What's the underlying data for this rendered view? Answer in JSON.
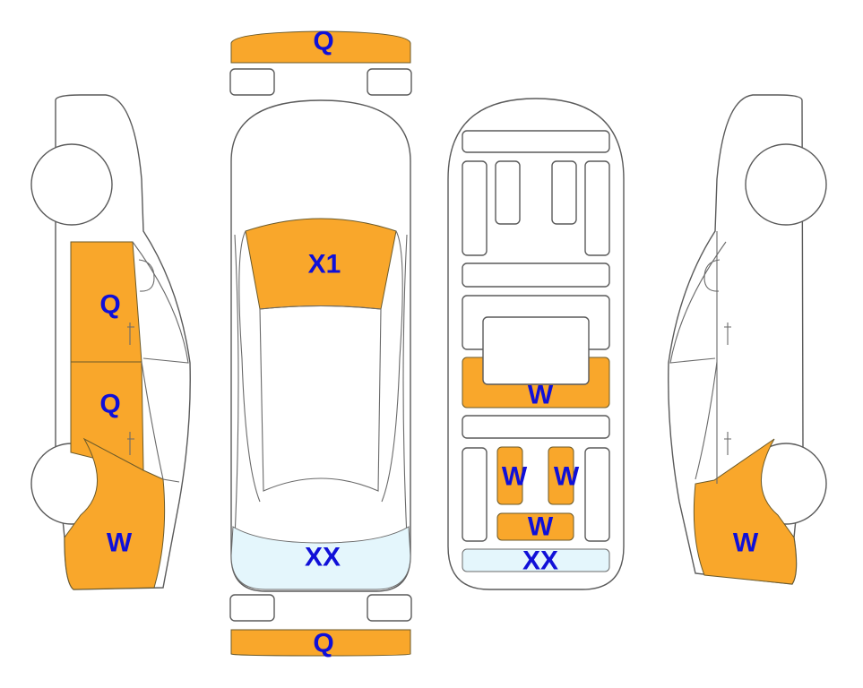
{
  "colors": {
    "damaged_panel": "#F9A72B",
    "glass_panel": "#E4F6FC",
    "label_text": "#1010D8",
    "outline": "#5a5a5a"
  },
  "legend_codes": {
    "Q": "Q",
    "W": "W",
    "X1": "X1",
    "XX": "XX"
  },
  "views": {
    "top": {
      "front_bumper": "Q",
      "hood_windshield": "X1",
      "rear_glass": "XX",
      "rear_bumper": "Q"
    },
    "underside": {
      "mid_panel": "W",
      "rear_left": "W",
      "rear_right": "W",
      "rear_center": "W",
      "rear_strip": "XX"
    },
    "left_side": {
      "front_door": "Q",
      "rear_door": "Q",
      "rear_quarter": "W"
    },
    "right_side": {
      "rear_quarter": "W"
    }
  }
}
